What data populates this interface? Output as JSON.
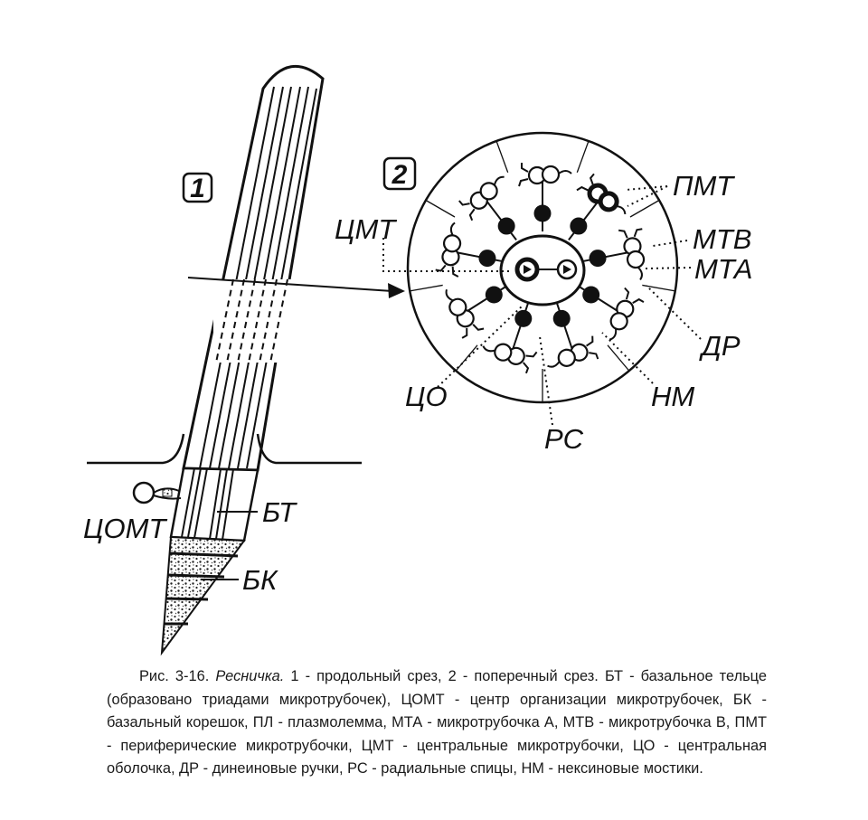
{
  "panels": {
    "longitudinal_number": "1",
    "cross_number": "2"
  },
  "labels": {
    "pmt": "ПМТ",
    "mtb": "МТВ",
    "mta": "МТА",
    "dr": "ДР",
    "nm": "НМ",
    "rs": "РС",
    "co": "ЦО",
    "cmt": "ЦМТ",
    "comt": "ЦОМТ",
    "bt": "БТ",
    "bk": "БК"
  },
  "caption": {
    "prefix": "Рис. 3-16.",
    "title": "Ресничка.",
    "body": "1 - продольный срез, 2 - поперечный срез. БТ - базальное тельце (образовано триадами микротрубочек), ЦОМТ - центр организации микротрубочек, БК - базальный корешок, ПЛ - плазмолемма,  МТА - микротрубочка А, МТВ - микротрубочка В, ПМТ - периферические микротрубочки, ЦМТ - центральные микротрубочки, ЦО - центральная оболочка, ДР - динеиновые ручки, РС - радиальные спицы, НМ - нексиновые мостики."
  }
}
